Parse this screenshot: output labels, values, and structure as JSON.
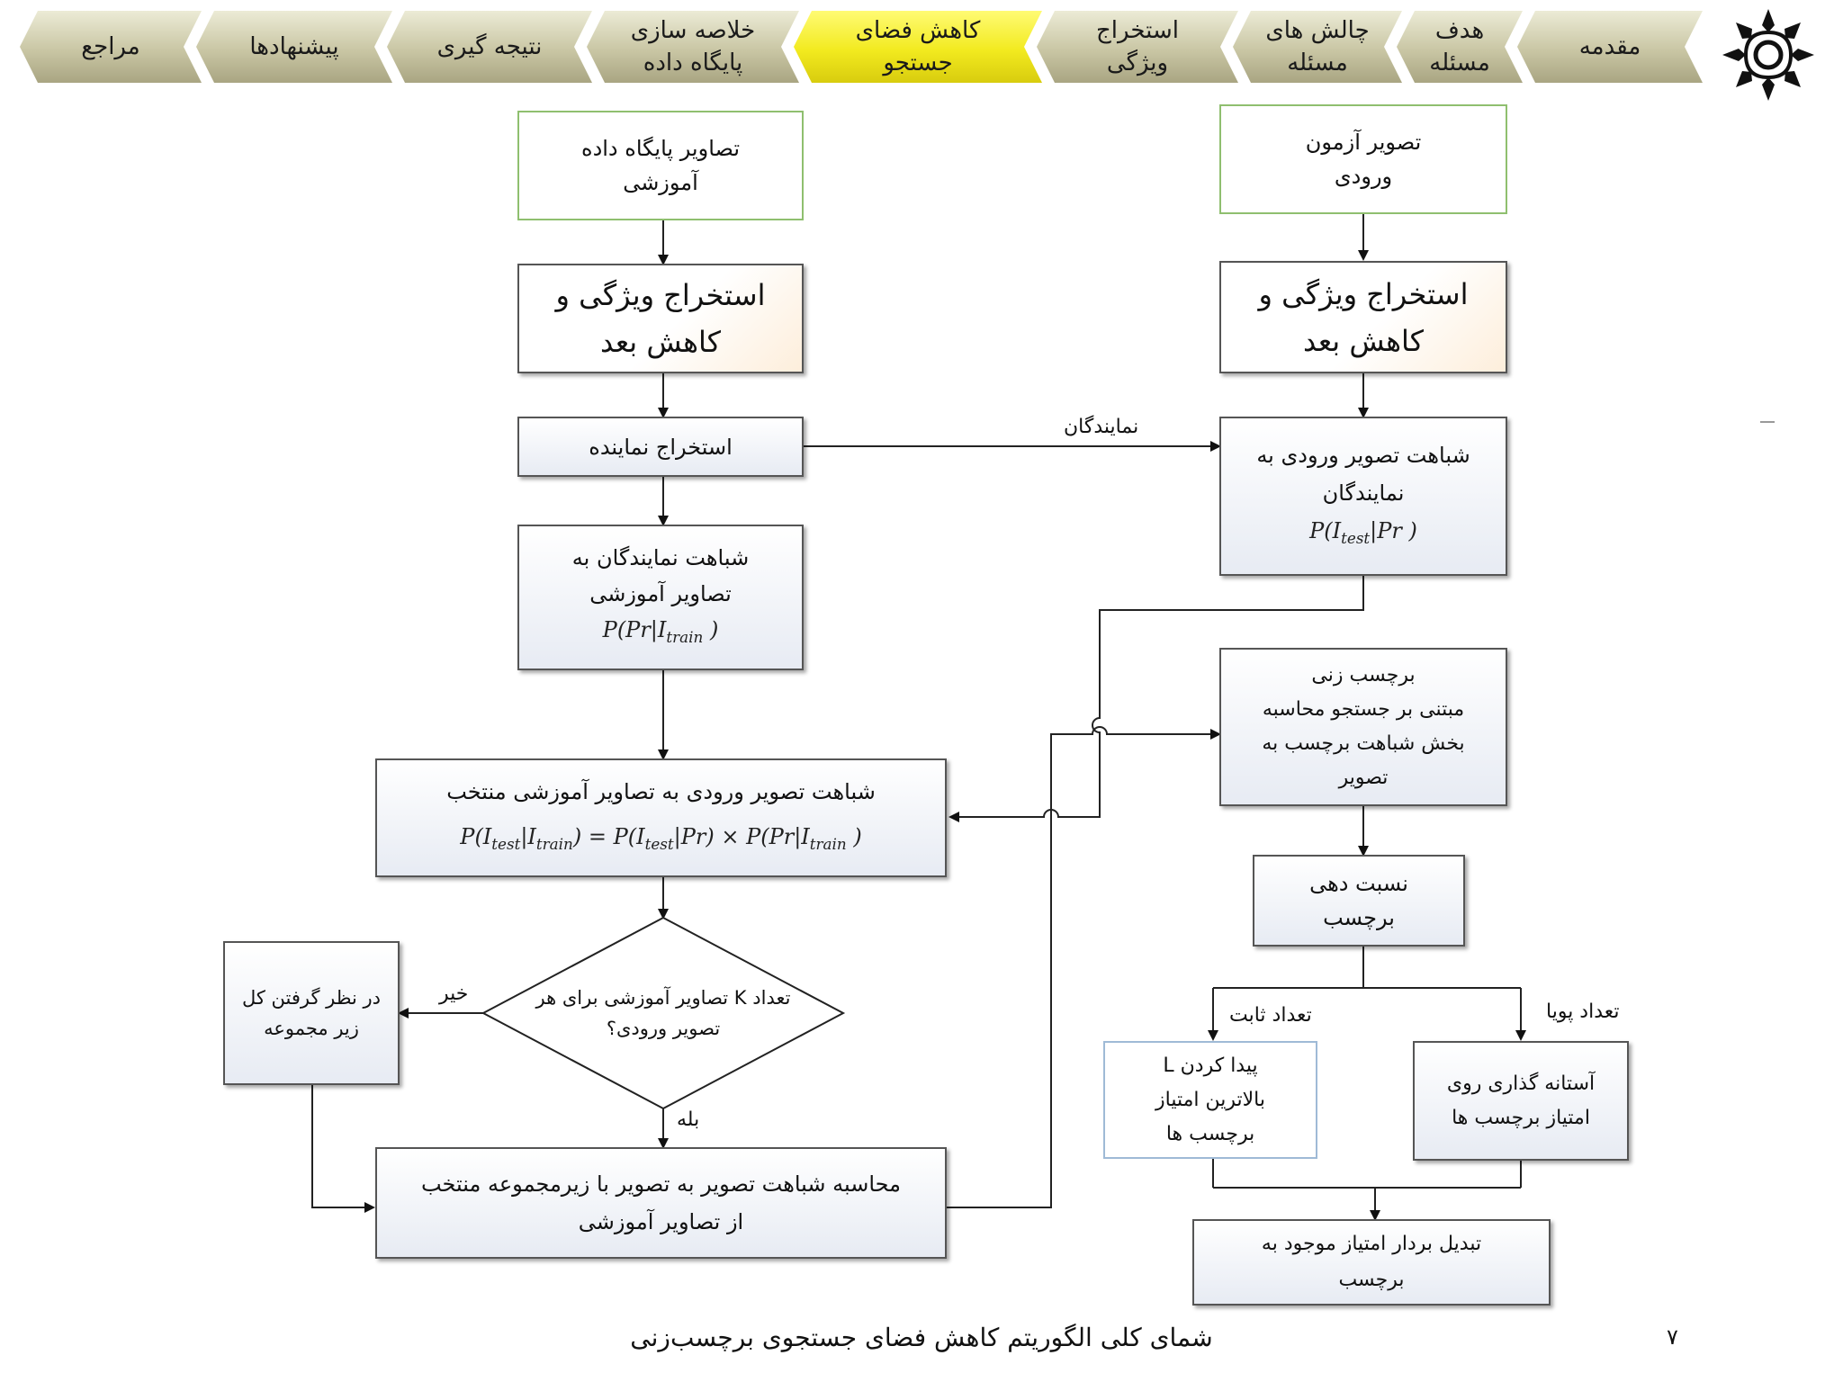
{
  "nav": {
    "items": [
      {
        "label": "مقدمه",
        "active": false
      },
      {
        "label": "هدف\nمسئله",
        "active": false
      },
      {
        "label": "چالش های\nمسئله",
        "active": false
      },
      {
        "label": "استخراج\nویژگی",
        "active": false
      },
      {
        "label": "کاهش فضای\nجستجو",
        "active": true
      },
      {
        "label": "خلاصه سازی\nپایگاه داده",
        "active": false
      },
      {
        "label": "نتیجه گیری",
        "active": false
      },
      {
        "label": "پیشنهادها",
        "active": false
      },
      {
        "label": "مراجع",
        "active": false
      }
    ],
    "active_color": "#f2ea1f",
    "inactive_color": "#c9c6a4"
  },
  "logo_icon": "institution-logo-icon",
  "flow": {
    "train_db": [
      "تصاویر پایگاه داده",
      "آموزشی"
    ],
    "test_input": [
      "تصویر آزمون",
      "ورودی"
    ],
    "feat_left": [
      "استخراج ویژگی و",
      "کاهش بعد"
    ],
    "feat_right": [
      "استخراج ویژگی و",
      "کاهش بعد"
    ],
    "rep_extract": "استخراج نماینده",
    "rep_train_sim": {
      "lines": [
        "شباهت نمایندگان به",
        "تصاویر آموزشی"
      ],
      "formula": "P(Pr|I_train )"
    },
    "test_rep_sim": {
      "lines": [
        "شباهت تصویر ورودی به",
        "نمایندگان"
      ],
      "formula": "P(I_test|Pr )"
    },
    "edge_reps": "نمایندگان",
    "selected_sim": {
      "line": "شباهت تصویر ورودی به تصاویر آموزشی منتخب",
      "formula": "P(I_test|I_train) = P(I_test|Pr) × P(Pr|I_train )"
    },
    "decision": [
      "تعداد K تصاویر آموزشی برای هر",
      "تصویر ورودی؟"
    ],
    "no_label": "خیر",
    "yes_label": "بله",
    "whole_set": [
      "در نظر گرفتن کل",
      "زیر مجموعه"
    ],
    "pairwise": [
      "محاسبه شباهت تصویر به تصویر با زیرمجموعه منتخب",
      "از تصاویر آموزشی"
    ],
    "search_label": [
      "برچسب زنی",
      "مبتنی بر جستجو محاسبه",
      "بخش شباهت برچسب به",
      "تصویر"
    ],
    "assign_label": [
      "نسبت دهی",
      "برچسب"
    ],
    "fixed_count": "تعداد ثابت",
    "dynamic_count": "تعداد پویا",
    "top_l": [
      "پیدا کردن L",
      "بالاترین امتیاز",
      "برچسب ها"
    ],
    "threshold": [
      "آستانه گذاری روی",
      "امتیاز برچسب ها"
    ],
    "convert": [
      "تبدیل بردار امتیاز موجود به",
      "برچسب"
    ]
  },
  "caption": "شمای کلی الگوریتم کاهش فضای جستجوی برچسب‌زنی",
  "page_number": "۷"
}
